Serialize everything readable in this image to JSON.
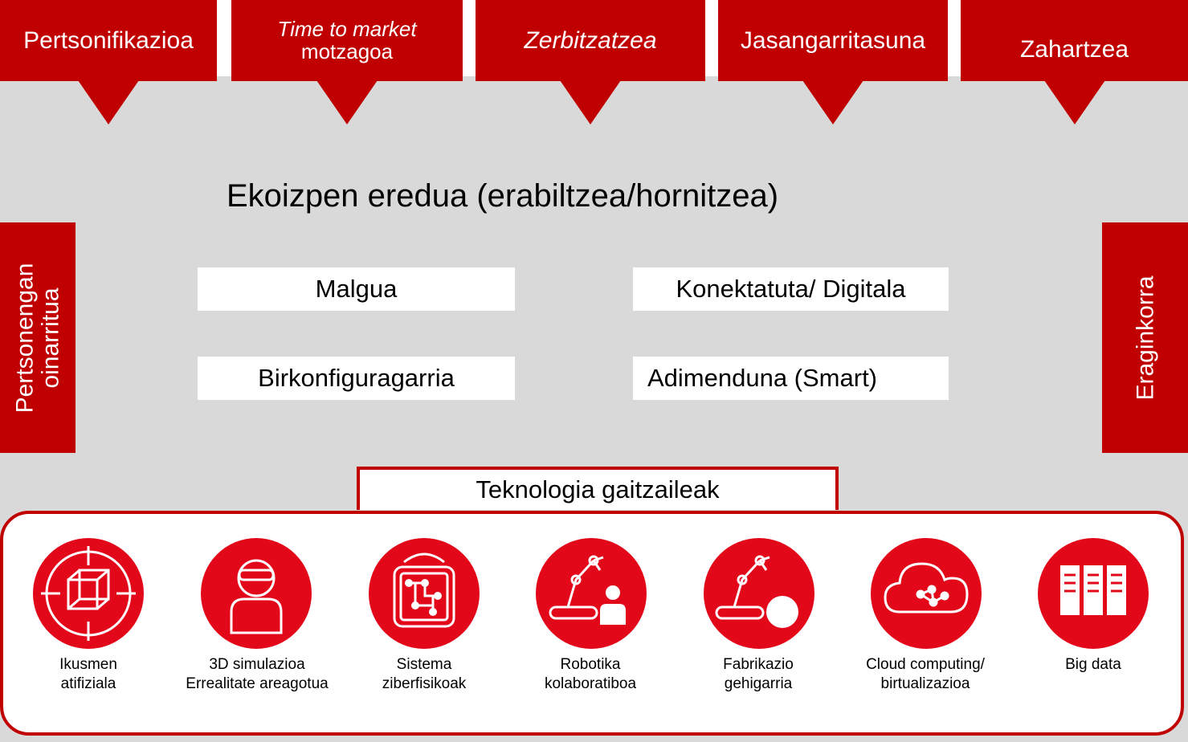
{
  "drivers": [
    {
      "line1": "Pertsonifikazioa",
      "line2": ""
    },
    {
      "line1": "Time to market",
      "line2": "motzagoa"
    },
    {
      "line1": "Zerbitzatzea",
      "line2": ""
    },
    {
      "line1": "Jasangarritasuna",
      "line2": ""
    },
    {
      "line1": "Zahartzea",
      "line2": ""
    }
  ],
  "main_title": "Ekoizpen eredua (erabiltzea/hornitzea)",
  "properties": {
    "malgua": "Malgua",
    "konektatuta": "Konektatuta/ Digitala",
    "birkonfiguragarria": "Birkonfiguragarria",
    "adimenduna": "Adimenduna (Smart)"
  },
  "side_left": {
    "line1": "Pertsonengan",
    "line2": "oinarritua"
  },
  "side_right": "Eraginkorra",
  "tech_title": "Teknologia gaitzaileak",
  "technologies": [
    {
      "icon": "cube-crosshair-icon",
      "line1": "Ikusmen",
      "line2": "atifiziala"
    },
    {
      "icon": "vr-headset-person-icon",
      "line1": "3D simulazioa",
      "line2": "Errealitate areagotua"
    },
    {
      "icon": "circuit-chip-icon",
      "line1": "Sistema",
      "line2": "ziberfisikoak"
    },
    {
      "icon": "robot-arm-person-icon",
      "line1": "Robotika",
      "line2": "kolaboratiboa"
    },
    {
      "icon": "robot-arm-ball-icon",
      "line1": "Fabrikazio",
      "line2": "gehigarria"
    },
    {
      "icon": "cloud-network-icon",
      "line1": "Cloud computing/",
      "line2": "birtualizazioa"
    },
    {
      "icon": "server-racks-icon",
      "line1": "Big data",
      "line2": ""
    }
  ],
  "colors": {
    "accent": "#c00000",
    "icon_red": "#e3071a",
    "background": "#d9d9d9"
  }
}
